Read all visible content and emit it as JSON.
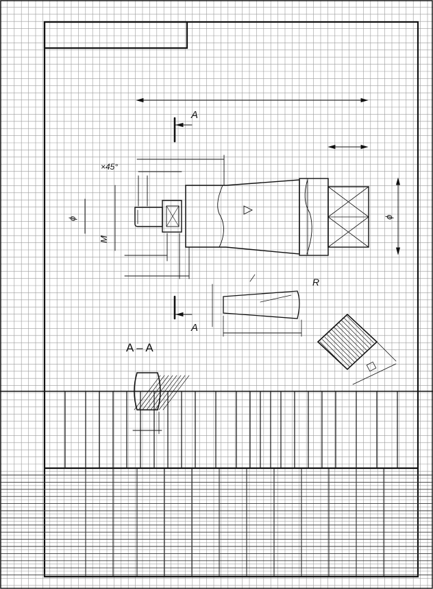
{
  "section_marks": {
    "upper": "A",
    "lower": "A",
    "section_title": "A – A"
  },
  "dimension_labels": {
    "chamfer": "×45°",
    "diameter_left": "ϕ",
    "thread": "M",
    "diameter_right": "ϕ",
    "radius": "R"
  },
  "colors": {
    "paper": "#ffffff",
    "grid": "#9a9a9a",
    "ink": "#111111"
  }
}
